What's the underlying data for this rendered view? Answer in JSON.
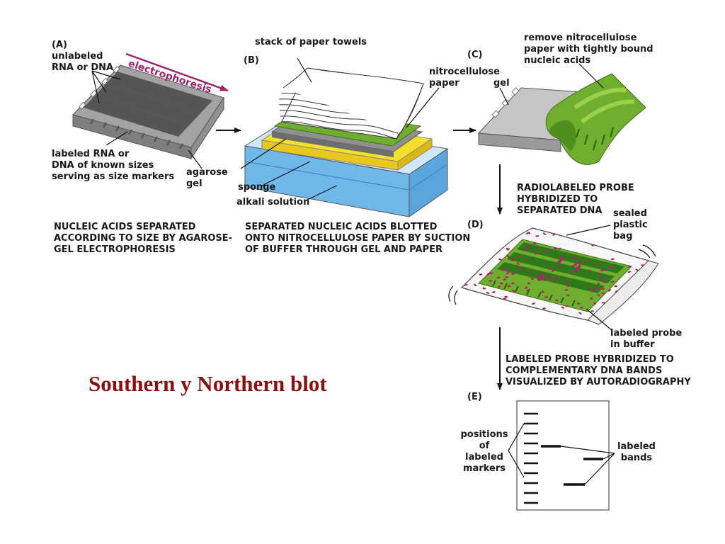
{
  "title": "Southern y Northern blot",
  "colors": {
    "gel": "#a3a3a3",
    "gel_dark": "#7e7e7e",
    "lane": "#555555",
    "nitrocellulose": "#6fae2e",
    "nitro_light": "#9cd24a",
    "sponge": "#f4df2a",
    "alkali": "#6fb8ea",
    "probe": "#b0226a",
    "electrophoresis": "#a0226a",
    "title": "#8a1010"
  },
  "panel_a": {
    "letter": "(A)",
    "unlabeled": [
      "unlabeled",
      "RNA or DNA"
    ],
    "electrophoresis": "electrophoresis",
    "labeled_markers": [
      "labeled RNA or",
      "DNA of known sizes",
      "serving as size markers"
    ],
    "agarose_gel": [
      "agarose",
      "gel"
    ],
    "caption": [
      "NUCLEIC ACIDS SEPARATED",
      "ACCORDING TO SIZE BY AGAROSE-",
      "GEL ELECTROPHORESIS"
    ]
  },
  "panel_b": {
    "letter": "(B)",
    "paper_towels": "stack of paper towels",
    "nitrocellulose": [
      "nitrocellulose",
      "paper"
    ],
    "sponge": "sponge",
    "alkali": "alkali solution",
    "caption": [
      "SEPARATED NUCLEIC ACIDS BLOTTED",
      "ONTO NITROCELLULOSE PAPER BY SUCTION",
      "OF BUFFER THROUGH GEL AND PAPER"
    ]
  },
  "panel_c": {
    "letter": "(C)",
    "gel": "gel",
    "remove": [
      "remove nitrocellulose",
      "paper with tightly bound",
      "nucleic acids"
    ]
  },
  "step_cd": [
    "RADIOLABELED PROBE",
    "HYBRIDIZED TO",
    "SEPARATED DNA"
  ],
  "panel_d": {
    "letter": "(D)",
    "bag": [
      "sealed",
      "plastic",
      "bag"
    ],
    "probe": [
      "labeled probe",
      "in buffer"
    ]
  },
  "step_de": [
    "LABELED PROBE HYBRIDIZED TO",
    "COMPLEMENTARY DNA BANDS",
    "VISUALIZED BY AUTORADIOGRAPHY"
  ],
  "panel_e": {
    "letter": "(E)",
    "markers": [
      "positions",
      "of",
      "labeled",
      "markers"
    ],
    "bands": [
      "labeled",
      "bands"
    ]
  }
}
